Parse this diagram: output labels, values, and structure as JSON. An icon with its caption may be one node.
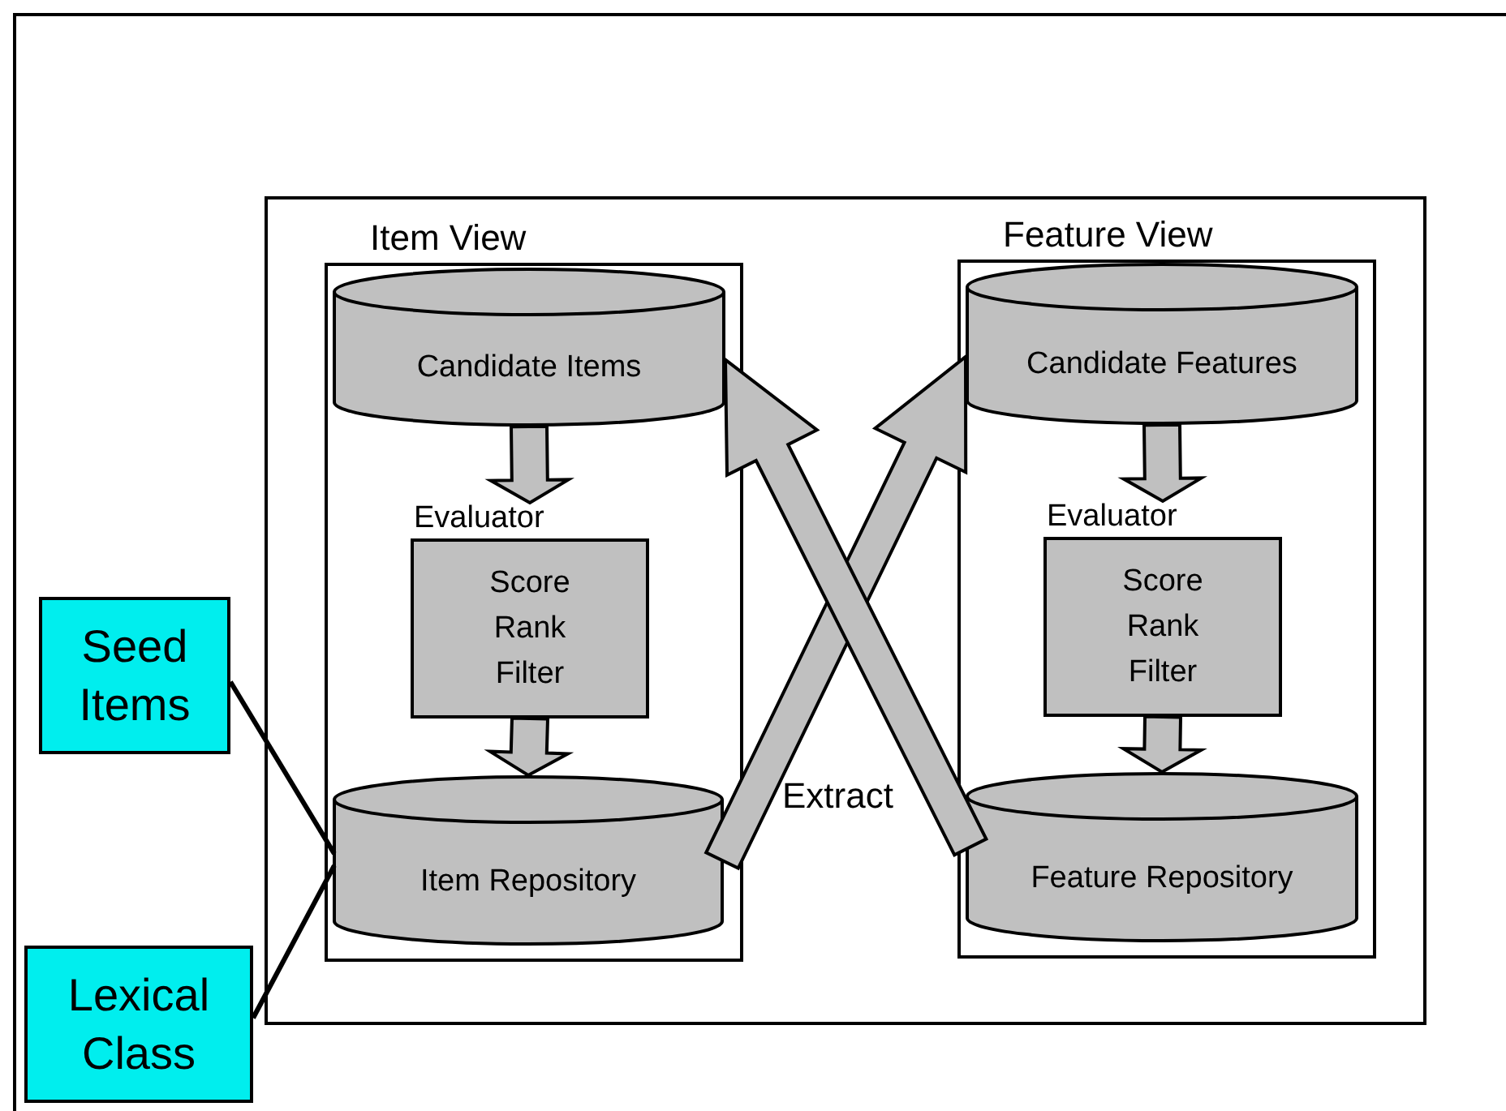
{
  "diagram": {
    "nodes": [
      {
        "text": [],
        "shape": "box"
      },
      {
        "text": [
          "Item View"
        ],
        "in": 0
      },
      {
        "text": [
          "Candidate Items"
        ],
        "in": 1
      },
      {
        "text": [
          "Evaluator",
          "Score Rank Filter"
        ],
        "in": 1
      },
      {
        "text": [
          "Item Repository"
        ],
        "in": 1
      },
      {
        "text": [
          "Feature View"
        ],
        "in": 0
      },
      {
        "text": [
          "Candidate Features"
        ],
        "in": 5
      },
      {
        "text": [
          "Evaluator",
          "Score Rank Filter"
        ],
        "in": 5
      },
      {
        "text": [
          "Feature Repository"
        ],
        "in": 5
      },
      {
        "text": [
          "Seed Items"
        ]
      },
      {
        "text": [
          "Lexical Class"
        ]
      }
    ],
    "edges": [
      {
        "from": 2,
        "to": 3,
        "arrow": "to",
        "style": "thick"
      },
      {
        "from": 3,
        "to": 4,
        "arrow": "to",
        "style": "thick"
      },
      {
        "from": 6,
        "to": 7,
        "arrow": "to",
        "style": "thick"
      },
      {
        "from": 7,
        "to": 8,
        "arrow": "to",
        "style": "thick"
      },
      {
        "from": 4,
        "to": 6,
        "arrow": "to",
        "style": "thick"
      },
      {
        "from": 8,
        "to": 2,
        "arrow": "to",
        "style": "thick"
      },
      {
        "from": 9,
        "to": 4,
        "arrow": "none"
      },
      {
        "from": 10,
        "to": 4,
        "arrow": "none"
      }
    ],
    "labels": [
      "Extract"
    ]
  }
}
